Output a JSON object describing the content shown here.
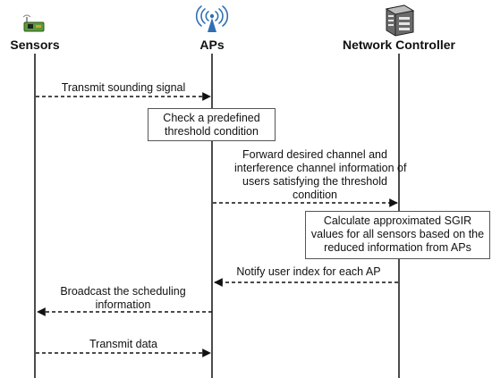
{
  "actors": {
    "sensors": "Sensors",
    "aps": "APs",
    "controller": "Network Controller"
  },
  "icons": {
    "sensors": "sensor-board-icon",
    "aps": "wireless-antenna-icon",
    "controller": "server-rack-icon"
  },
  "colors": {
    "antenna": "#2f6fb3",
    "board": "#5a9a3a",
    "line": "#111111"
  },
  "messages": {
    "m1": [
      "Transmit sounding signal"
    ],
    "m2": [
      "Forward desired channel and",
      "interference channel information of",
      "users satisfying the threshold",
      "condition"
    ],
    "m3": [
      "Notify user index for each AP"
    ],
    "m4": [
      "Broadcast the scheduling",
      "information"
    ],
    "m5": [
      "Transmit data"
    ]
  },
  "boxes": {
    "b1": [
      "Check a predefined",
      "threshold condition"
    ],
    "b2": [
      "Calculate approximated SGIR",
      "values for all sensors based on the",
      "reduced information from APs"
    ]
  }
}
